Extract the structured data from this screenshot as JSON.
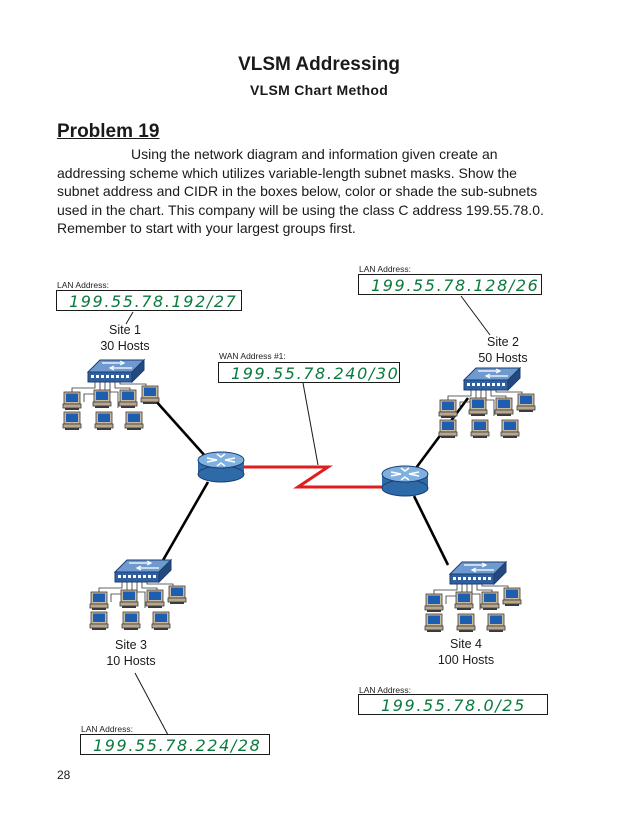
{
  "header": {
    "title": "VLSM Addressing",
    "subtitle": "VLSM Chart Method"
  },
  "problem": {
    "heading": "Problem 19",
    "lines": [
      "Using the network diagram and information given create an",
      "addressing scheme which utilizes variable-length subnet masks.  Show the",
      "subnet address and CIDR in the boxes below, color or shade the sub-subnets",
      "used in the chart.  This company will be using the class C address 199.55.78.0.",
      "Remember to start with your largest groups first."
    ]
  },
  "diagram": {
    "lan_label": "LAN Address:",
    "wan_label": "WAN Address #1:",
    "wan_address": "199.55.78.240/30",
    "sites": [
      {
        "name": "Site 1",
        "hosts": "30 Hosts",
        "address": "199.55.78.192/27"
      },
      {
        "name": "Site 2",
        "hosts": "50 Hosts",
        "address": "199.55.78.128/26"
      },
      {
        "name": "Site 3",
        "hosts": "10 Hosts",
        "address": "199.55.78.224/28"
      },
      {
        "name": "Site 4",
        "hosts": "100 Hosts",
        "address": "199.55.78.0/25"
      }
    ],
    "colors": {
      "answer_text": "#0b7a3e",
      "switch_blue": "#2f5fa0",
      "router_blue": "#3a79b8",
      "wan_link": "#e01c1c",
      "pc_screen": "#1e5eb0"
    }
  },
  "footer": {
    "page_number": "28"
  }
}
